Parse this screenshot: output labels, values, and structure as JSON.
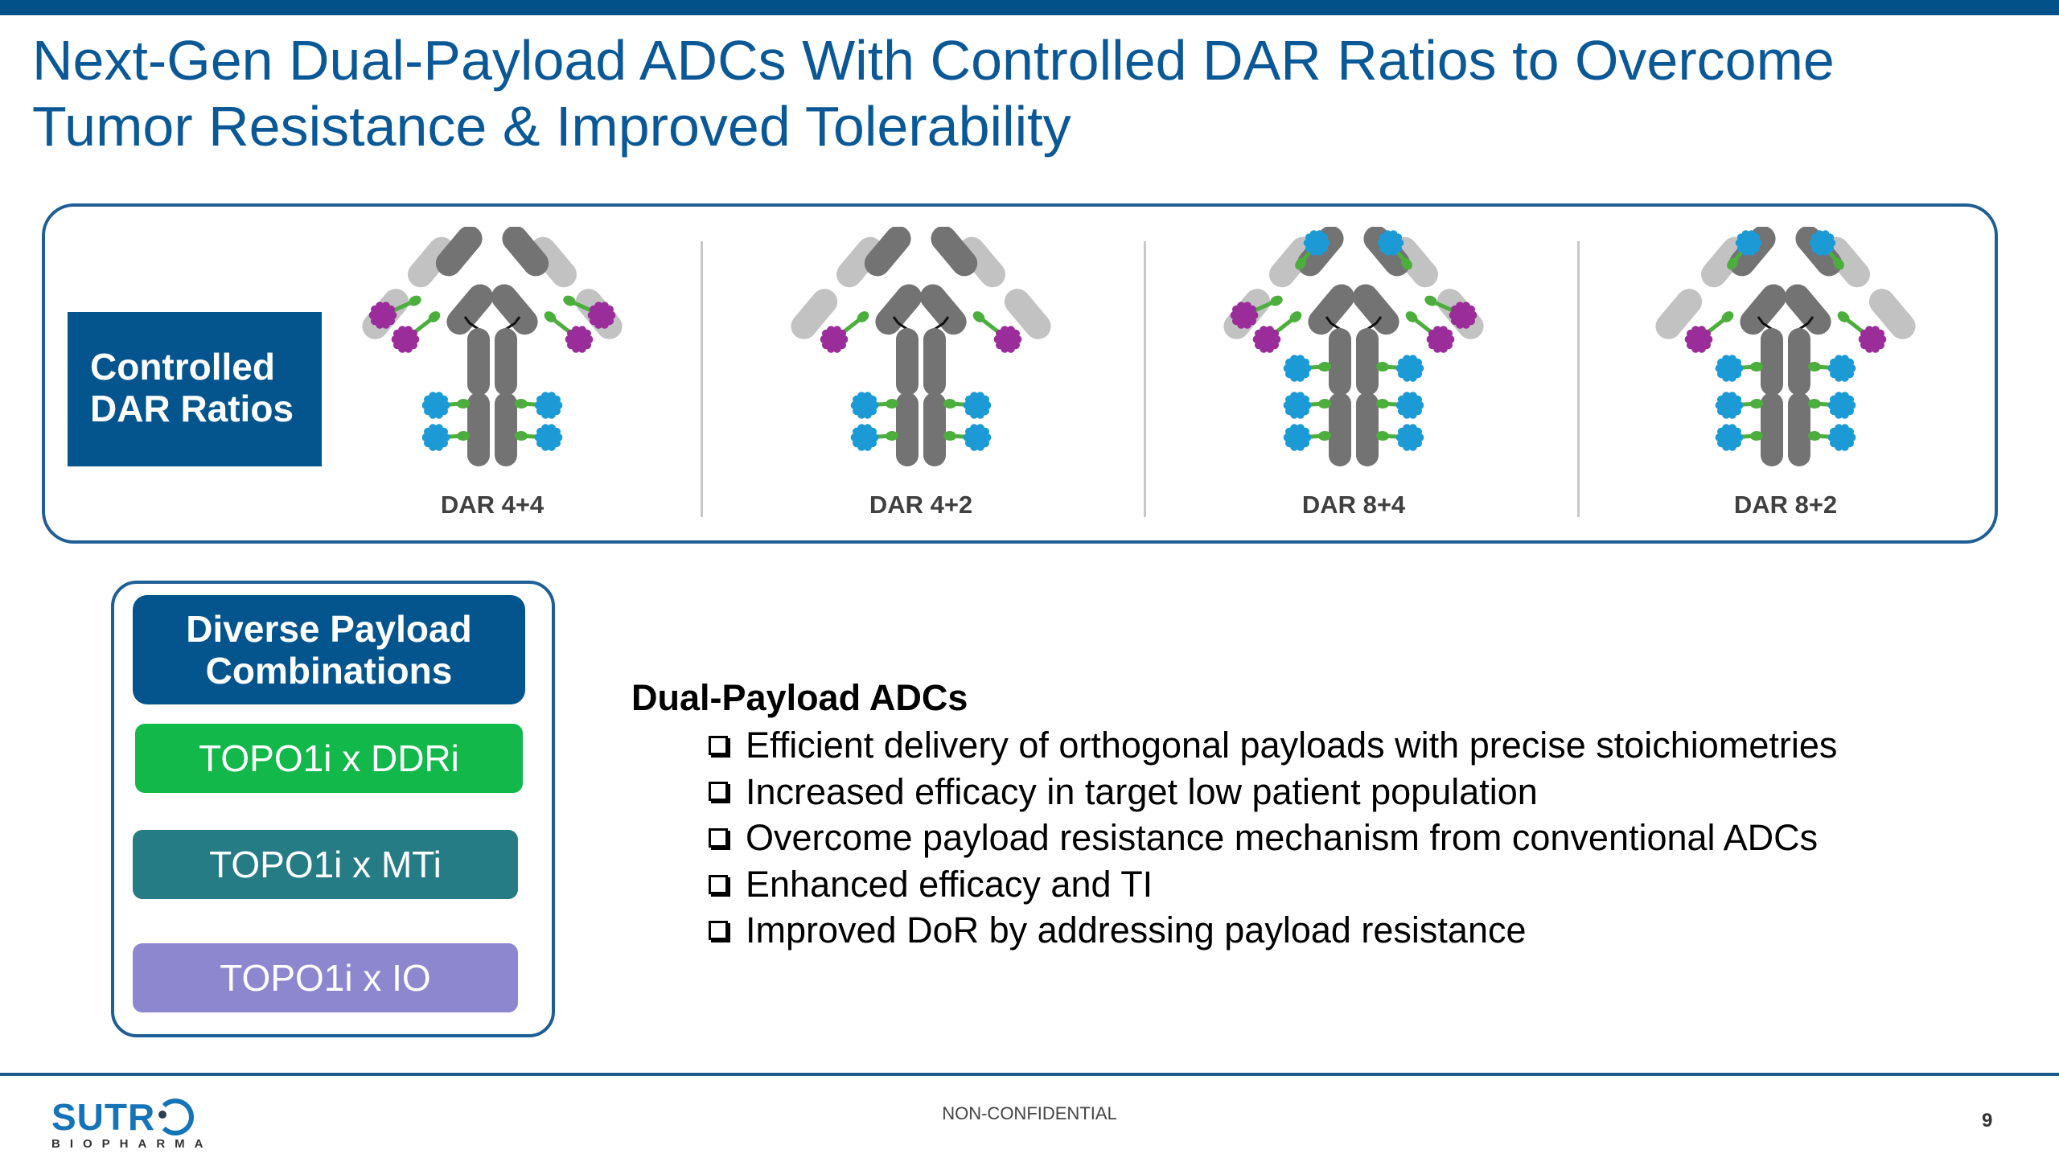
{
  "slide": {
    "title_lines": [
      "Next-Gen Dual-Payload ADCs With Controlled DAR Ratios to Overcome",
      "Tumor Resistance & Improved Tolerability"
    ],
    "colors": {
      "brand_blue": "#035189",
      "title_blue": "#0a5896",
      "heavy_chain": "#737373",
      "light_chain": "#c2c2c2",
      "payload_magenta": "#9b2d9b",
      "payload_blue": "#1b9ad6",
      "linker_green": "#4cae3c",
      "ddri_green": "#12b84a",
      "mti_teal": "#267c85",
      "io_lavender": "#8d87d0"
    }
  },
  "dar_panel": {
    "label_lines": [
      "Controlled",
      "DAR Ratios"
    ],
    "constructs": [
      {
        "label": "DAR 4+4",
        "arm_magenta_per_side": 2,
        "arm_blue_per_side": 0,
        "fc_blue_per_side": 2
      },
      {
        "label": "DAR 4+2",
        "arm_magenta_per_side": 1,
        "arm_blue_per_side": 0,
        "fc_blue_per_side": 2
      },
      {
        "label": "DAR 8+4",
        "arm_magenta_per_side": 2,
        "arm_blue_per_side": 1,
        "fc_blue_per_side": 3
      },
      {
        "label": "DAR 8+2",
        "arm_magenta_per_side": 1,
        "arm_blue_per_side": 1,
        "fc_blue_per_side": 3
      }
    ]
  },
  "payload_panel": {
    "heading_lines": [
      "Diverse Payload",
      "Combinations"
    ],
    "combos": [
      {
        "label": "TOPO1i x DDRi",
        "color": "#12b84a"
      },
      {
        "label": "TOPO1i x MTi",
        "color": "#267c85"
      },
      {
        "label": "TOPO1i x IO",
        "color": "#8d87d0"
      }
    ]
  },
  "benefits": {
    "heading": "Dual-Payload ADCs",
    "items": [
      "Efficient delivery of orthogonal payloads with precise stoichiometries",
      "Increased efficacy in target low patient population",
      "Overcome payload resistance mechanism from conventional ADCs",
      "Enhanced efficacy and TI",
      "Improved DoR by addressing payload resistance"
    ]
  },
  "footer": {
    "logo_main": "SUTR",
    "logo_sub": "BIOPHARMA",
    "confidentiality": "NON-CONFIDENTIAL",
    "page_number": "9"
  }
}
